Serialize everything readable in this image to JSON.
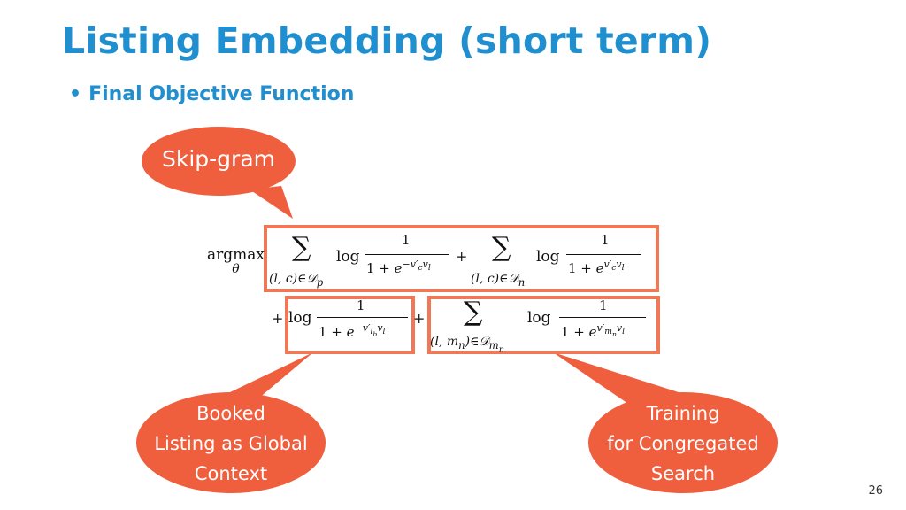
{
  "slide": {
    "title": "Listing Embedding (short term)",
    "bullet": "Final Objective Function",
    "bullet_marker": "•",
    "page_number": "26"
  },
  "formula": {
    "argmax": "argmax",
    "theta": "θ",
    "sum": "∑",
    "log": "log",
    "one": "1",
    "plus": "+",
    "denom_prefix": "1 + ",
    "e": "e",
    "exp_pos_c": "−v′",
    "exp_pos_c_sub": "c",
    "exp_v": "v",
    "exp_v_sub": "l",
    "exp_neg_c": "v′",
    "exp_neg_c_sub": "c",
    "sum_pos_sub": "(l, c)∈𝒟",
    "sum_pos_sub_p": "p",
    "sum_neg_sub": "(l, c)∈𝒟",
    "sum_neg_sub_n": "n",
    "exp_b": "−v′",
    "exp_b_sub": "l",
    "exp_b_subsub": "b",
    "exp_m": "v′",
    "exp_m_sub": "m",
    "exp_m_subsub": "n",
    "sum_m_sub": "(l, m",
    "sum_m_sub_n": "n",
    "sum_m_sub_rest": ")∈𝒟",
    "sum_m_sub_D": "m",
    "sum_m_sub_Dn": "n"
  },
  "callouts": {
    "skipgram": "Skip-gram",
    "booked": [
      "Booked",
      "Listing as Global",
      "Context"
    ],
    "training": [
      "Training",
      "for Congregated",
      "Search"
    ]
  },
  "colors": {
    "accent": "#f07856",
    "title": "#1f8fcf",
    "bubble": "#ef5e3d"
  }
}
